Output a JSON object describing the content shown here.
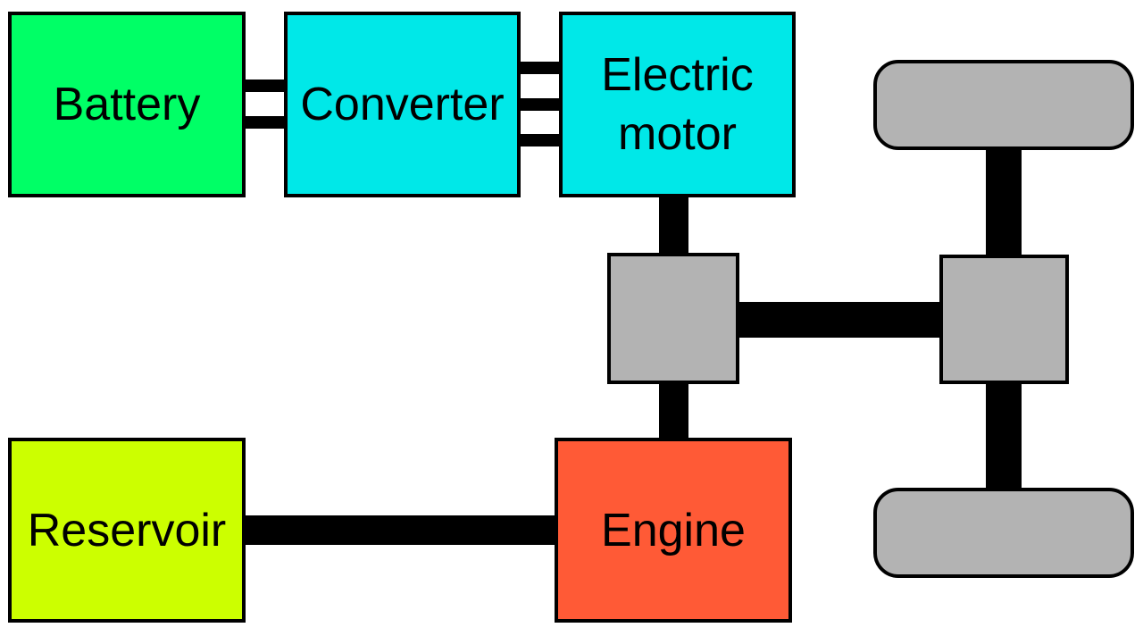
{
  "diagram": {
    "nodes": {
      "battery": {
        "label": "Battery"
      },
      "converter": {
        "label": "Converter"
      },
      "motor": {
        "label_line1": "Electric",
        "label_line2": "motor"
      },
      "reservoir": {
        "label": "Reservoir"
      },
      "engine": {
        "label": "Engine"
      }
    },
    "colors": {
      "battery": "#00ff66",
      "converter": "#00e8e8",
      "motor": "#00e8e8",
      "reservoir": "#ccff00",
      "engine": "#ff5a36",
      "mechanical_parts": "#b3b3b3",
      "connectors": "#000000"
    }
  }
}
